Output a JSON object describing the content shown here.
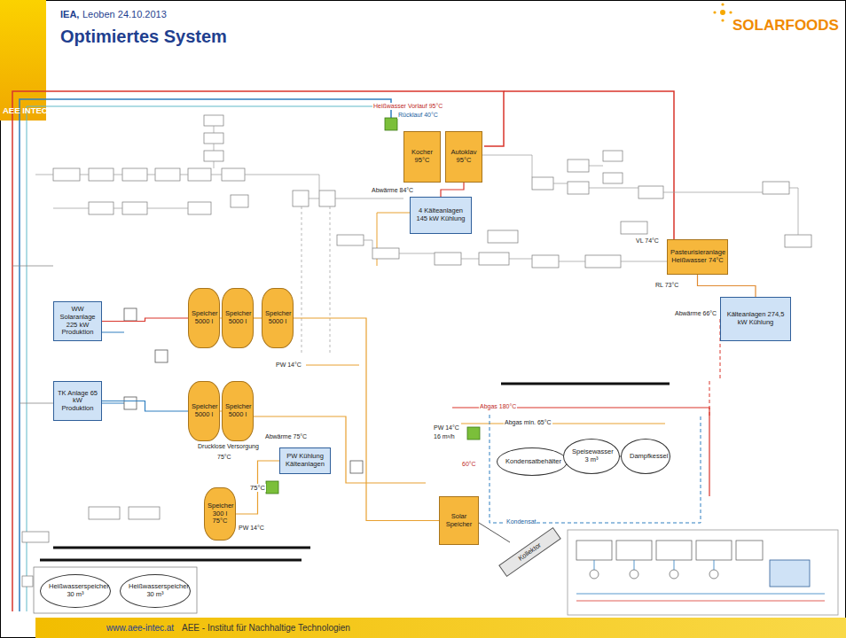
{
  "diagram": {
    "title": "Optimiertes System",
    "nodes": [
      {
        "text": [
          "Kocher 95°C"
        ]
      },
      {
        "text": [
          "Autoklav 95°C"
        ]
      },
      {
        "text": [
          "4 Kälteanlagen 145 kW Kühlung"
        ]
      },
      {
        "text": [
          "Pasteurisieranlage Heißwasser 74°C"
        ]
      },
      {
        "text": [
          "Kälteanlagen 274,5 kW Kühlung"
        ]
      },
      {
        "text": [
          "WW Solaranlage 225 kW Produktion"
        ]
      },
      {
        "text": [
          "TK Anlage 65 kW Produktion"
        ]
      },
      {
        "text": [
          "Speicher 5000 l"
        ]
      },
      {
        "text": [
          "Speicher 5000 l"
        ]
      },
      {
        "text": [
          "Speicher 5000 l"
        ]
      },
      {
        "text": [
          "Speicher 5000 l"
        ]
      },
      {
        "text": [
          "Speicher 5000 l"
        ]
      },
      {
        "text": [
          "Speicher 300 l 75°C"
        ]
      },
      {
        "text": [
          "PW Kühlung Kälteanlagen"
        ]
      },
      {
        "text": [
          "Solar Speicher"
        ]
      },
      {
        "text": [
          "Kollektor"
        ]
      },
      {
        "text": [
          "Kondensatbehälter"
        ]
      },
      {
        "text": [
          "Speisewasser 3 m³"
        ]
      },
      {
        "text": [
          "Dampfkessel"
        ]
      },
      {
        "text": [
          "Heißwasserspeicher 30 m³"
        ]
      },
      {
        "text": [
          "Heißwasserspeicher 30 m³"
        ]
      }
    ],
    "edges": [
      {
        "from": 5,
        "to": 7,
        "arrow": "none"
      },
      {
        "from": 6,
        "to": 10,
        "arrow": "none"
      },
      {
        "from": 7,
        "to": 8,
        "arrow": "none"
      },
      {
        "from": 8,
        "to": 9,
        "arrow": "none"
      },
      {
        "from": 10,
        "to": 11,
        "arrow": "none"
      },
      {
        "from": 12,
        "to": 13,
        "label": "75°C",
        "arrow": "none"
      },
      {
        "from": 16,
        "to": 17,
        "arrow": "none"
      },
      {
        "from": 17,
        "to": 18,
        "arrow": "none"
      },
      {
        "from": 1,
        "to": 2,
        "arrow": "none"
      },
      {
        "from": 3,
        "to": 4,
        "arrow": "none"
      },
      {
        "from": 9,
        "to": 14,
        "arrow": "none"
      }
    ],
    "labels": [
      "IEA,",
      "Leoben 24.10.2013",
      "SOLARFOODS",
      "AEE INTEC",
      "Heißwasser Vorlauf 95°C",
      "Rücklauf 40°C",
      "Abwärme 84°C",
      "VL 74°C",
      "RL 73°C",
      "Abwärme 66°C",
      "PW 14°C",
      "Drucklose Versorgung",
      "75°C",
      "Abwärme 75°C",
      "PW 14°C",
      "Abgas 180°C",
      "Abgas min. 65°C",
      "PW 14°C",
      "16 m³/h",
      "60°C",
      "Kondensat",
      "www.aee-intec.at",
      "AEE - Institut für Nachhaltige Technologien"
    ]
  }
}
